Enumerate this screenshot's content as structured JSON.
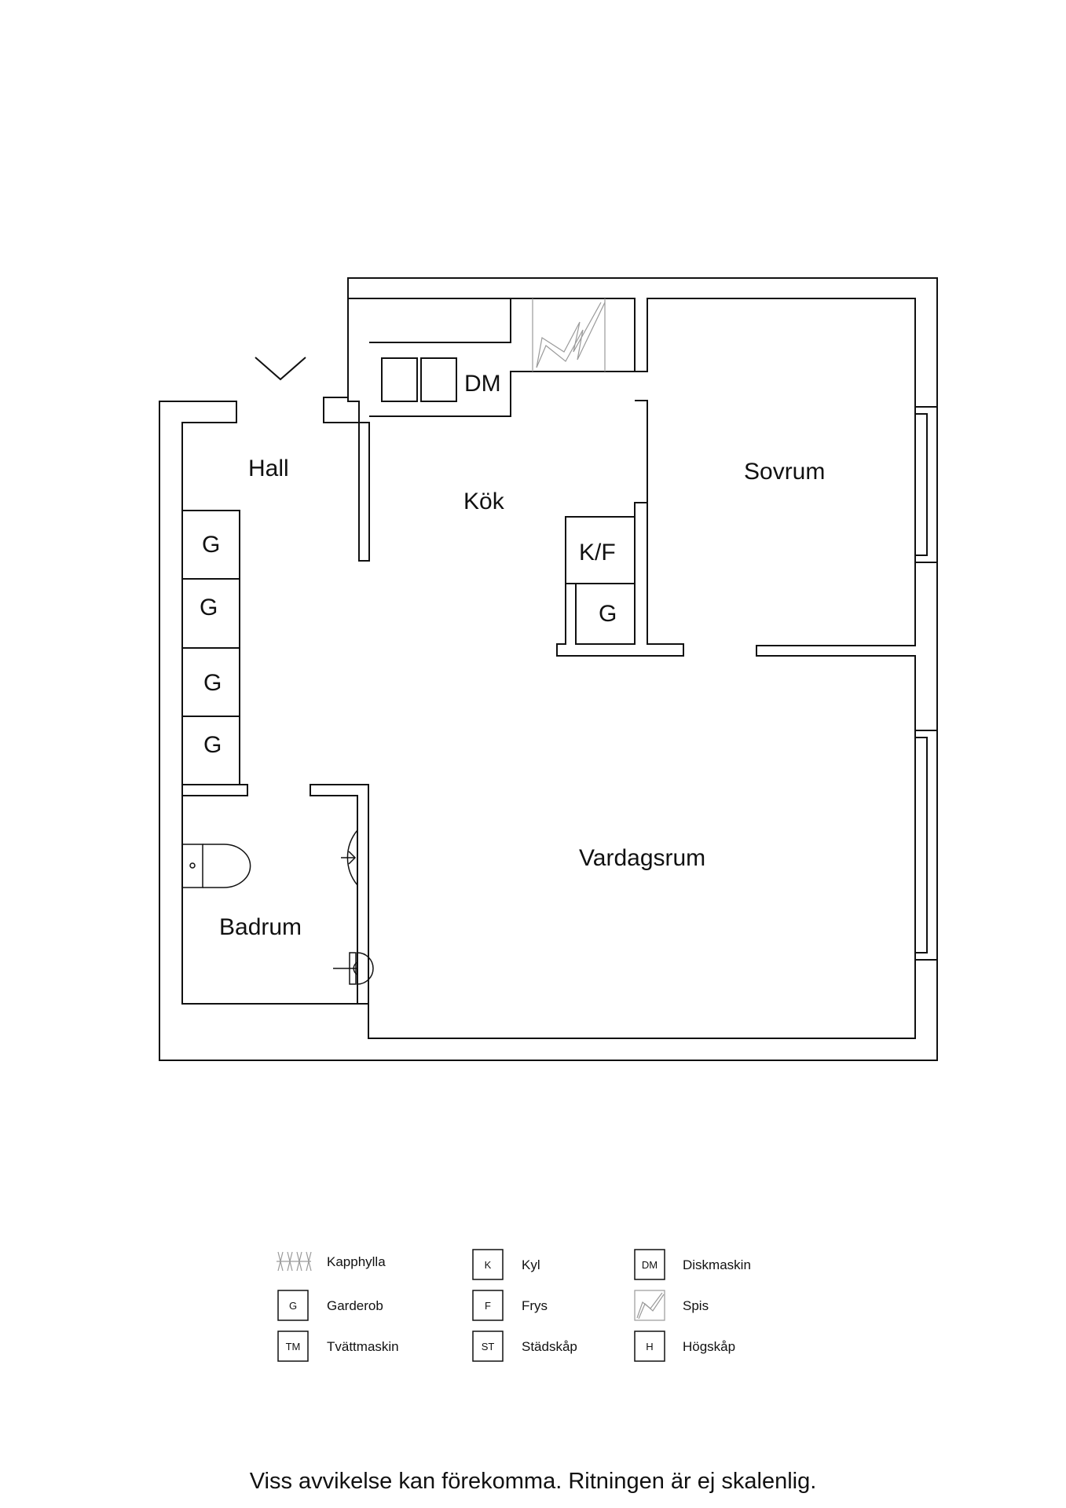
{
  "rooms": {
    "hall": "Hall",
    "kok": "Kök",
    "sovrum": "Sovrum",
    "vardagsrum": "Vardagsrum",
    "badrum": "Badrum"
  },
  "appliances": {
    "dm": "DM",
    "kf": "K/F",
    "garderob": "G"
  },
  "legend": [
    {
      "symbol": "",
      "label": "Kapphylla",
      "icon": "coat-rack-icon"
    },
    {
      "symbol": "K",
      "label": "Kyl",
      "icon": "fridge-icon"
    },
    {
      "symbol": "DM",
      "label": "Diskmaskin",
      "icon": "dishwasher-icon"
    },
    {
      "symbol": "G",
      "label": "Garderob",
      "icon": "wardrobe-icon"
    },
    {
      "symbol": "F",
      "label": "Frys",
      "icon": "freezer-icon"
    },
    {
      "symbol": "",
      "label": "Spis",
      "icon": "stove-icon"
    },
    {
      "symbol": "TM",
      "label": "Tvättmaskin",
      "icon": "washing-machine-icon"
    },
    {
      "symbol": "ST",
      "label": "Städskåp",
      "icon": "cleaning-cabinet-icon"
    },
    {
      "symbol": "H",
      "label": "Högskåp",
      "icon": "tall-cabinet-icon"
    }
  ],
  "disclaimer": "Viss avvikelse kan förekomma. Ritningen är ej skalenlig."
}
